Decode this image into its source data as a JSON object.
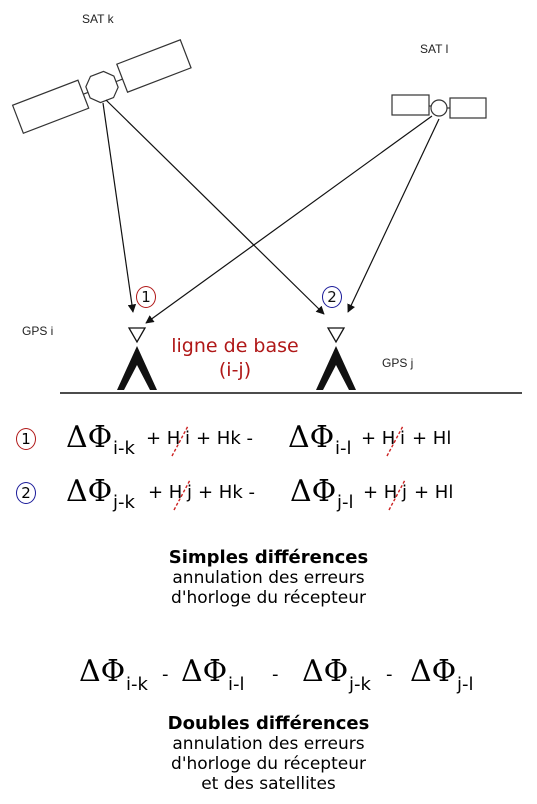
{
  "diagram": {
    "sat_k_label": "SAT k",
    "sat_l_label": "SAT l",
    "gps_i_label": "GPS i",
    "gps_j_label": "GPS j",
    "marker_1": "1",
    "marker_2": "2",
    "baseline_line1": "ligne de base",
    "baseline_line2": "(i-j)"
  },
  "colors": {
    "red": "#b01818",
    "blue": "#1a1a99",
    "slash": "#cc2222"
  },
  "equations": {
    "eq1": {
      "marker": "1",
      "delta": "ΔΦ",
      "sub_a": "i-k",
      "plus_h1": "+ H",
      "h1_idx": "i",
      "plus_hk": "+ Hk -",
      "sub_b": "i-l",
      "plus_h2": "+ H",
      "h2_idx": "i",
      "plus_hl": "+ Hl"
    },
    "eq2": {
      "marker": "2",
      "delta": "ΔΦ",
      "sub_a": "j-k",
      "plus_h1": "+ H",
      "h1_idx": "j",
      "plus_hk": "+ Hk -",
      "sub_b": "j-l",
      "plus_h2": "+ H",
      "h2_idx": "j",
      "plus_hl": "+ Hl"
    },
    "double": {
      "delta": "ΔΦ",
      "sub_1": "i-k",
      "sep_1": "-",
      "sub_2": "i-l",
      "sep_mid": "-",
      "sub_3": "j-k",
      "sep_2": "-",
      "sub_4": "j-l"
    }
  },
  "captions": {
    "simple_title": "Simples différences",
    "simple_line1": "annulation des erreurs",
    "simple_line2": "d'horloge du récepteur",
    "double_title": "Doubles différences",
    "double_line1": "annulation des erreurs",
    "double_line2": "d'horloge du récepteur",
    "double_line3": "et des satellites"
  }
}
